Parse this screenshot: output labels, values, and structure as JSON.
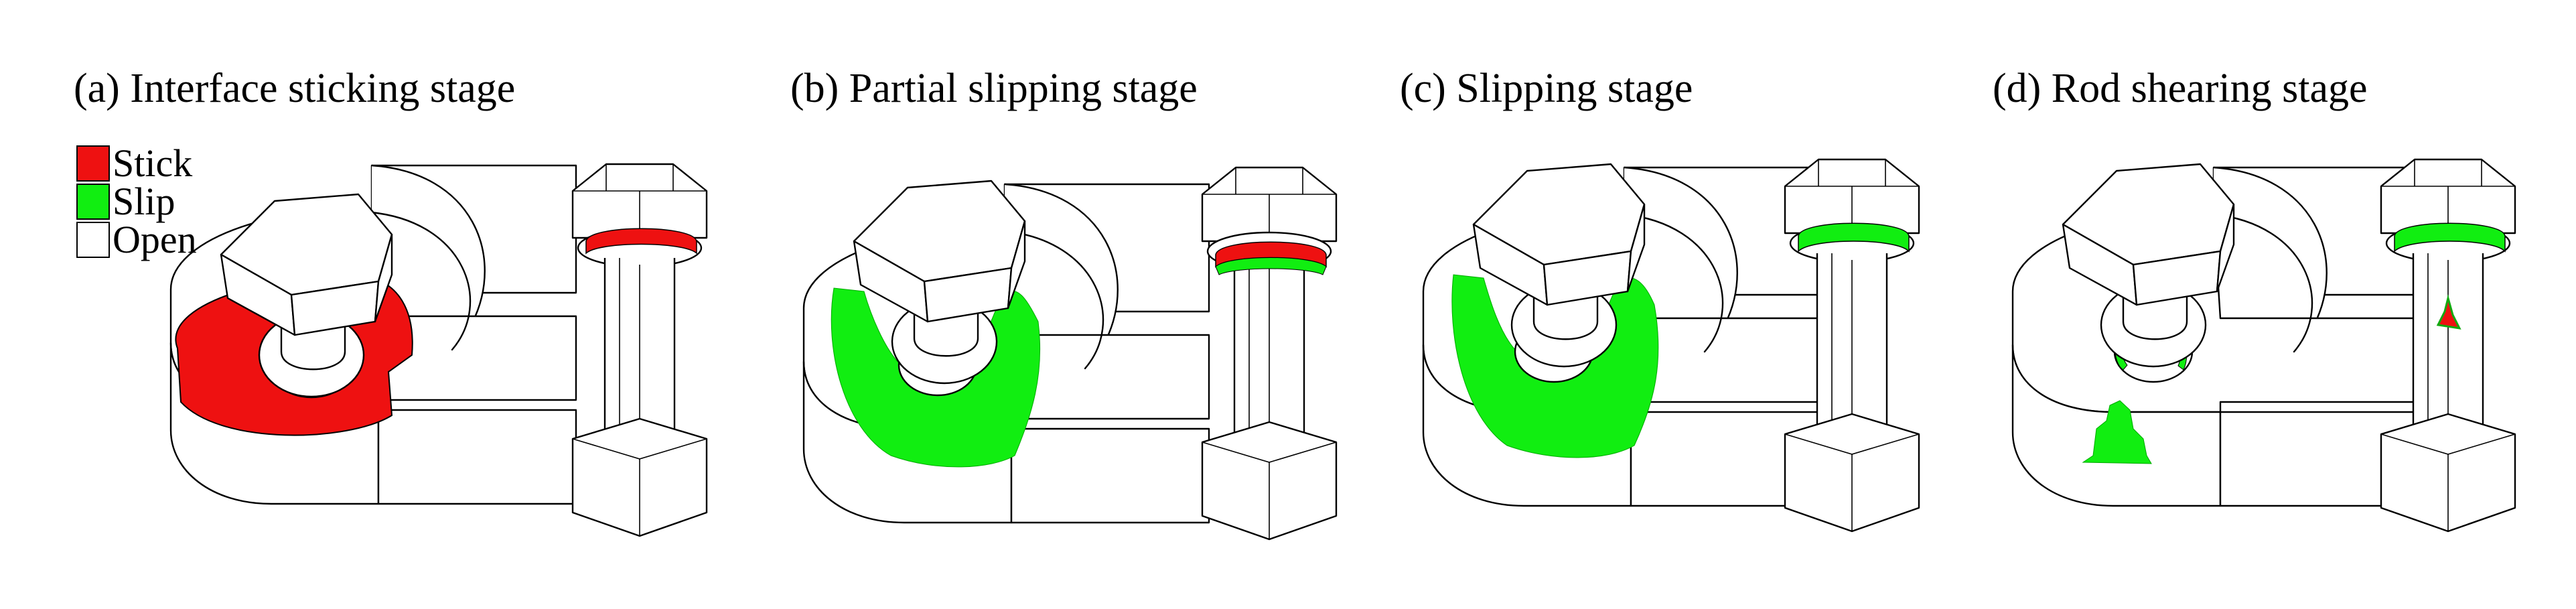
{
  "figure": {
    "panels": [
      {
        "title": "(a) Interface sticking stage"
      },
      {
        "title": "(b) Partial slipping stage"
      },
      {
        "title": "(c) Slipping stage"
      },
      {
        "title": "(d) Rod shearing stage"
      }
    ],
    "legend": {
      "items": [
        {
          "label": "Stick",
          "color": "#ee1111"
        },
        {
          "label": "Slip",
          "color": "#11ee11"
        },
        {
          "label": "Open",
          "color": "#ffffff"
        }
      ]
    }
  }
}
